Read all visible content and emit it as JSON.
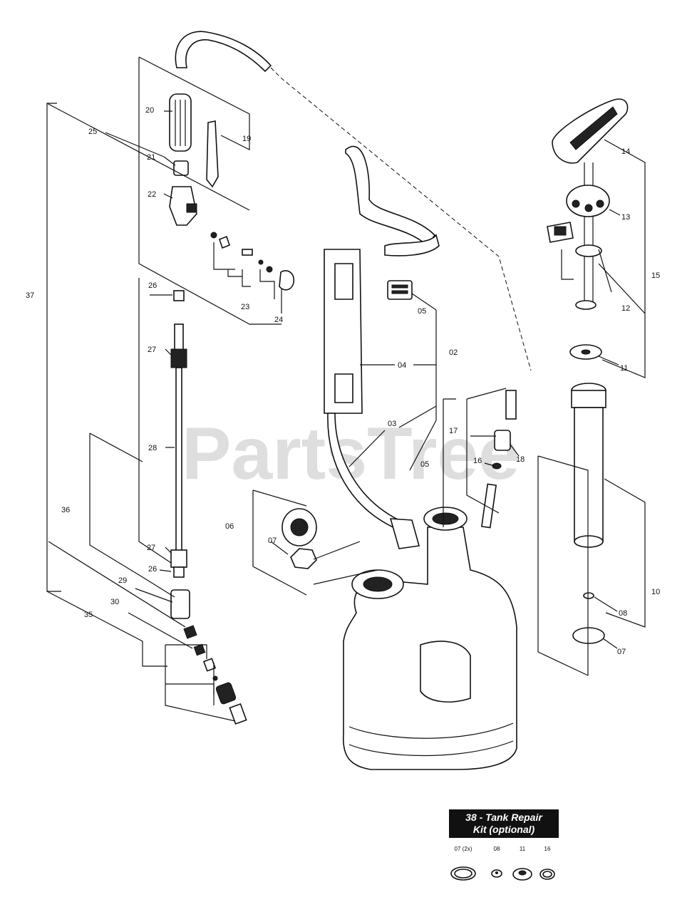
{
  "watermark": "PartsTree",
  "callouts": [
    {
      "id": "c20",
      "text": "20"
    },
    {
      "id": "c19",
      "text": "19"
    },
    {
      "id": "c25",
      "text": "25"
    },
    {
      "id": "c21",
      "text": "21"
    },
    {
      "id": "c22",
      "text": "22"
    },
    {
      "id": "c26a",
      "text": "26"
    },
    {
      "id": "c23",
      "text": "23"
    },
    {
      "id": "c24",
      "text": "24"
    },
    {
      "id": "c37",
      "text": "37"
    },
    {
      "id": "c27a",
      "text": "27"
    },
    {
      "id": "c28",
      "text": "28"
    },
    {
      "id": "c36",
      "text": "36"
    },
    {
      "id": "c27b",
      "text": "27"
    },
    {
      "id": "c26b",
      "text": "26"
    },
    {
      "id": "c29",
      "text": "29"
    },
    {
      "id": "c30",
      "text": "30"
    },
    {
      "id": "c35",
      "text": "35"
    },
    {
      "id": "c06",
      "text": "06"
    },
    {
      "id": "c07a",
      "text": "07"
    },
    {
      "id": "c05a",
      "text": "05"
    },
    {
      "id": "c02",
      "text": "02"
    },
    {
      "id": "c04",
      "text": "04"
    },
    {
      "id": "c03",
      "text": "03"
    },
    {
      "id": "c05b",
      "text": "05"
    },
    {
      "id": "c17",
      "text": "17"
    },
    {
      "id": "c16",
      "text": "16"
    },
    {
      "id": "c18",
      "text": "18"
    },
    {
      "id": "c14",
      "text": "14"
    },
    {
      "id": "c13",
      "text": "13"
    },
    {
      "id": "c15",
      "text": "15"
    },
    {
      "id": "c12",
      "text": "12"
    },
    {
      "id": "c11",
      "text": "11"
    },
    {
      "id": "c10",
      "text": "10"
    },
    {
      "id": "c08",
      "text": "08"
    },
    {
      "id": "c07b",
      "text": "07"
    }
  ],
  "kit": {
    "title_line1": "38 - Tank Repair",
    "title_line2": "Kit (optional)",
    "items": [
      "07 (2x)",
      "08",
      "11",
      "16"
    ]
  }
}
